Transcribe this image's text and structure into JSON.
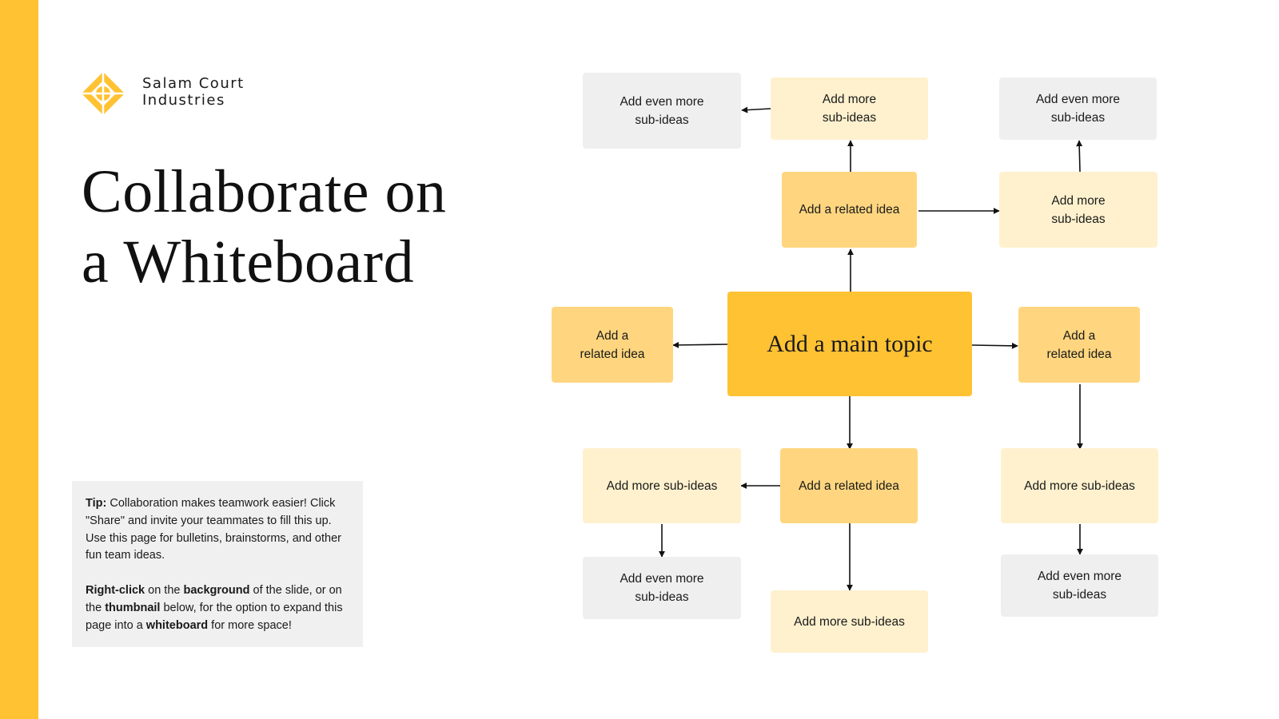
{
  "brand": {
    "line1": "Salam Court",
    "line2": "Industries"
  },
  "title": {
    "line1": "Collaborate on",
    "line2": "a Whiteboard"
  },
  "tip": {
    "p1_bold": "Tip:",
    "p1_text": " Collaboration makes teamwork easier! Click \"Share\" and invite your teammates to fill this up. Use this page for bulletins, brainstorms, and other fun team ideas.",
    "p2_b1": "Right-click",
    "p2_t1": " on the ",
    "p2_b2": "background",
    "p2_t2": " of the slide, or on the ",
    "p2_b3": "thumbnail",
    "p2_t3": " below, for the option to expand this page into a ",
    "p2_b4": "whiteboard",
    "p2_t4": " for more space!"
  },
  "colors": {
    "accent": "#FFC233",
    "related": "#FFD67F",
    "sub": "#FFF1CE",
    "even": "#EFEFEF",
    "tip_bg": "#F0F0F0"
  },
  "mindmap": {
    "main": "Add a main topic",
    "top_related": "Add a related idea",
    "top_sub": "Add more\nsub-ideas",
    "top_left_even": "Add even more\nsub-ideas",
    "right_sub": "Add more\nsub-ideas",
    "top_right_even": "Add even more\nsub-ideas",
    "left_related": "Add a\nrelated idea",
    "right_related": "Add a\nrelated idea",
    "bottom_related": "Add a related idea",
    "bottom_left_sub": "Add more sub-ideas",
    "bottom_left_even": "Add even more\nsub-ideas",
    "bottom_sub": "Add more sub-ideas",
    "bottom_right_sub": "Add more sub-ideas",
    "bottom_right_even": "Add even more\nsub-ideas"
  }
}
